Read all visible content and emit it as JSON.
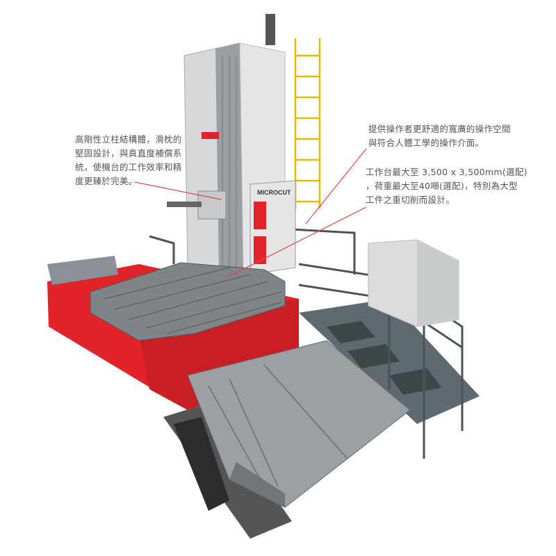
{
  "brand_logo": "MICROCUT",
  "callouts": [
    {
      "id": "column",
      "text": "高剛性立柱結構體，滑枕的\n堅固設計，與真直度補償系\n統，使機台的工作效率和精\n度更臻於完美。"
    },
    {
      "id": "operator",
      "text": "提供操作者更舒適的寬廣的操作空間\n與符合人體工學的操作介面。"
    },
    {
      "id": "table",
      "text": "工作台最大至  3,500 x 3,500mm(選配)\n，荷重最大至40噸(選配)，特別為大型\n工件之重切削而設計。"
    }
  ],
  "colors": {
    "accent": "#e0242a",
    "callout_line": "#e8434a",
    "text": "#555555",
    "steel": "#8a9096",
    "platform": "#4f5b60"
  }
}
